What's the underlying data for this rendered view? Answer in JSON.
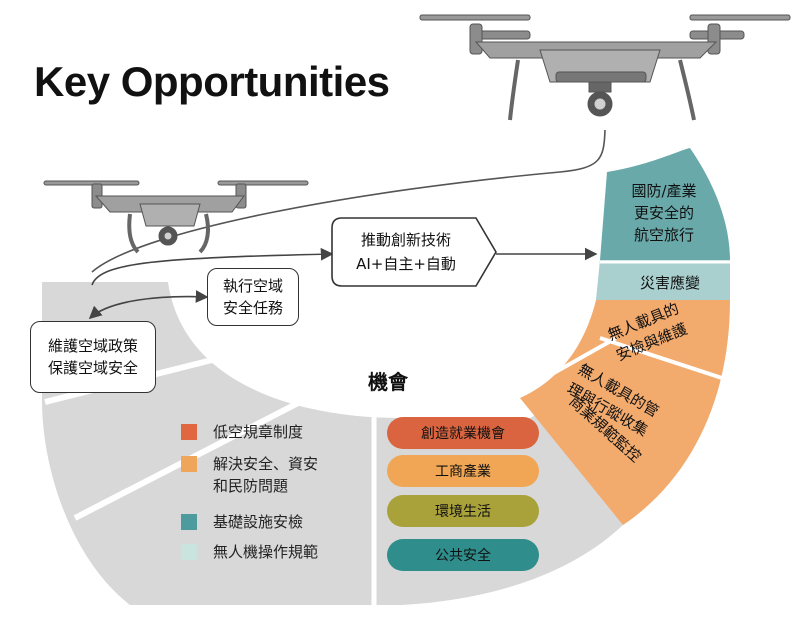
{
  "title": "Key Opportunities",
  "center_label": "機會",
  "flow": {
    "box1": [
      "維護空域政策",
      "保護空域安全"
    ],
    "box2": [
      "執行空域",
      "安全任務"
    ],
    "box3": [
      "推動創新技術",
      "AI+自主+自動"
    ]
  },
  "segments": {
    "teal_top": [
      "國防/產業",
      "更安全的",
      "航空旅行"
    ],
    "teal_light": [
      "災害應變"
    ],
    "orange_1": [
      "無人載具的",
      "安檢與維護"
    ],
    "orange_2": [
      "無人載具的管",
      "理與行蹤收集"
    ],
    "orange_3": [
      "商業規範監控"
    ]
  },
  "legend": [
    {
      "label": "低空規章制度",
      "color": "#e0673f"
    },
    {
      "label": "解決安全、資安\n和民防問題",
      "color": "#f0a65a"
    },
    {
      "label": "基礎設施安檢",
      "color": "#4e9b9f"
    },
    {
      "label": "無人機操作規範",
      "color": "#c9e3de"
    }
  ],
  "pills": [
    {
      "label": "創造就業機會",
      "color": "#d9643f"
    },
    {
      "label": "工商產業",
      "color": "#f0a655"
    },
    {
      "label": "環境生活",
      "color": "#a9a23a"
    },
    {
      "label": "公共安全",
      "color": "#2f8e8c"
    }
  ],
  "colors": {
    "gray_ring": "#d9d9d9",
    "teal_dark": "#6aa9aa",
    "teal_light": "#a9cfce",
    "orange": "#f1a86b",
    "drone_body": "#8a8a8a"
  }
}
